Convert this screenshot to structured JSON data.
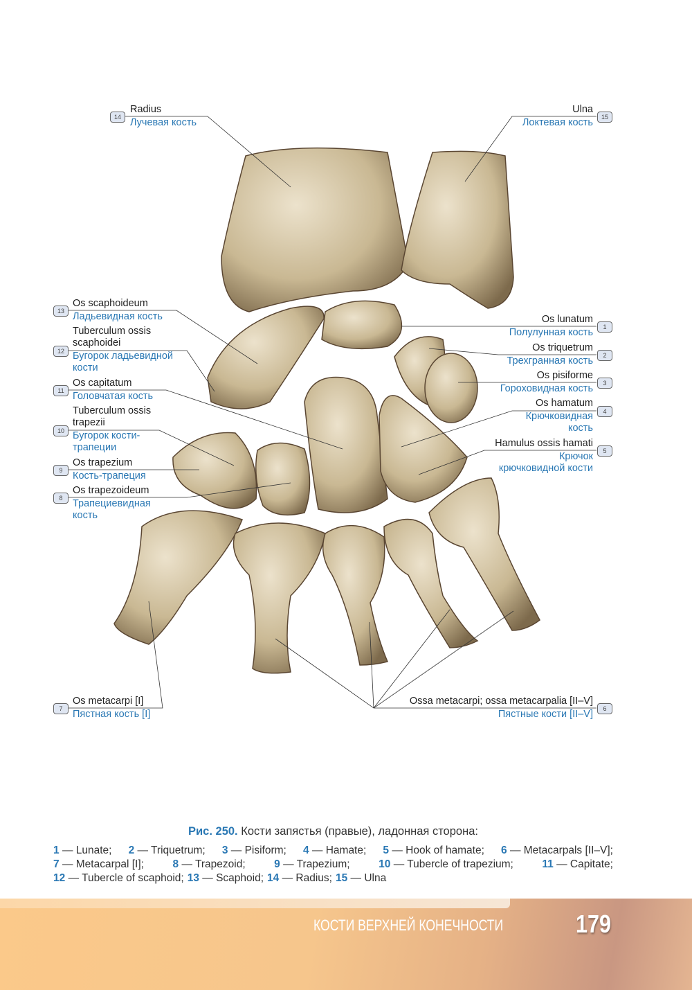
{
  "labels": {
    "l14": {
      "num": "14",
      "la": "Radius",
      "ru": "Лучевая кость"
    },
    "l15": {
      "num": "15",
      "la": "Ulna",
      "ru": "Локтевая кость"
    },
    "l13": {
      "num": "13",
      "la": "Os scaphoideum",
      "ru": "Ладьевидная кость"
    },
    "l12": {
      "num": "12",
      "la1": "Tuberculum ossis",
      "la2": "scaphoidei",
      "ru1": "Бугорок ладьевидной",
      "ru2": "кости"
    },
    "l11": {
      "num": "11",
      "la": "Os capitatum",
      "ru": "Головчатая кость"
    },
    "l10": {
      "num": "10",
      "la1": "Tuberculum ossis",
      "la2": "trapezii",
      "ru1": "Бугорок кости-",
      "ru2": "трапеции"
    },
    "l9": {
      "num": "9",
      "la": "Os trapezium",
      "ru": "Кость-трапеция"
    },
    "l8": {
      "num": "8",
      "la": "Os trapezoideum",
      "ru1": "Трапециевидная",
      "ru2": "кость"
    },
    "l7": {
      "num": "7",
      "la": "Os metacarpi [I]",
      "ru": "Пястная кость [I]"
    },
    "l1": {
      "num": "1",
      "la": "Os lunatum",
      "ru": "Полулунная кость"
    },
    "l2": {
      "num": "2",
      "la": "Os triquetrum",
      "ru": "Трехгранная кость"
    },
    "l3": {
      "num": "3",
      "la": "Os pisiforme",
      "ru": "Гороховидная кость"
    },
    "l4": {
      "num": "4",
      "la": "Os hamatum",
      "ru1": "Крючковидная",
      "ru2": "кость"
    },
    "l5": {
      "num": "5",
      "la": "Hamulus ossis hamati",
      "ru1": "Крючок",
      "ru2": "крючковидной кости"
    },
    "l6": {
      "num": "6",
      "la": "Ossa metacarpi; ossa metacarpalia [II–V]",
      "ru": "Пястные кости [II–V]"
    }
  },
  "caption": {
    "fig": "Рис. 250.",
    "title": "Кости запястья (правые), ладонная сторона:",
    "items": [
      {
        "n": "1",
        "t": "— Lunate;"
      },
      {
        "n": "2",
        "t": "— Triquetrum;"
      },
      {
        "n": "3",
        "t": "— Pisiform;"
      },
      {
        "n": "4",
        "t": "— Hamate;"
      },
      {
        "n": "5",
        "t": "— Hook of hamate;"
      },
      {
        "n": "6",
        "t": "— Metacarpals [II–V];"
      },
      {
        "n": "7",
        "t": "— Metacarpal [I];"
      },
      {
        "n": "8",
        "t": "— Trapezoid;"
      },
      {
        "n": "9",
        "t": "— Trapezium;"
      },
      {
        "n": "10",
        "t": "— Tubercle of trapezium;"
      },
      {
        "n": "11",
        "t": "— Capitate;"
      },
      {
        "n": "12",
        "t": "— Tubercle of scaphoid;"
      },
      {
        "n": "13",
        "t": "— Scaphoid;"
      },
      {
        "n": "14",
        "t": "— Radius;"
      },
      {
        "n": "15",
        "t": "— Ulna"
      }
    ]
  },
  "footer": {
    "section": "КОСТИ ВЕРХНЕЙ КОНЕЧНОСТИ",
    "page": "179"
  }
}
